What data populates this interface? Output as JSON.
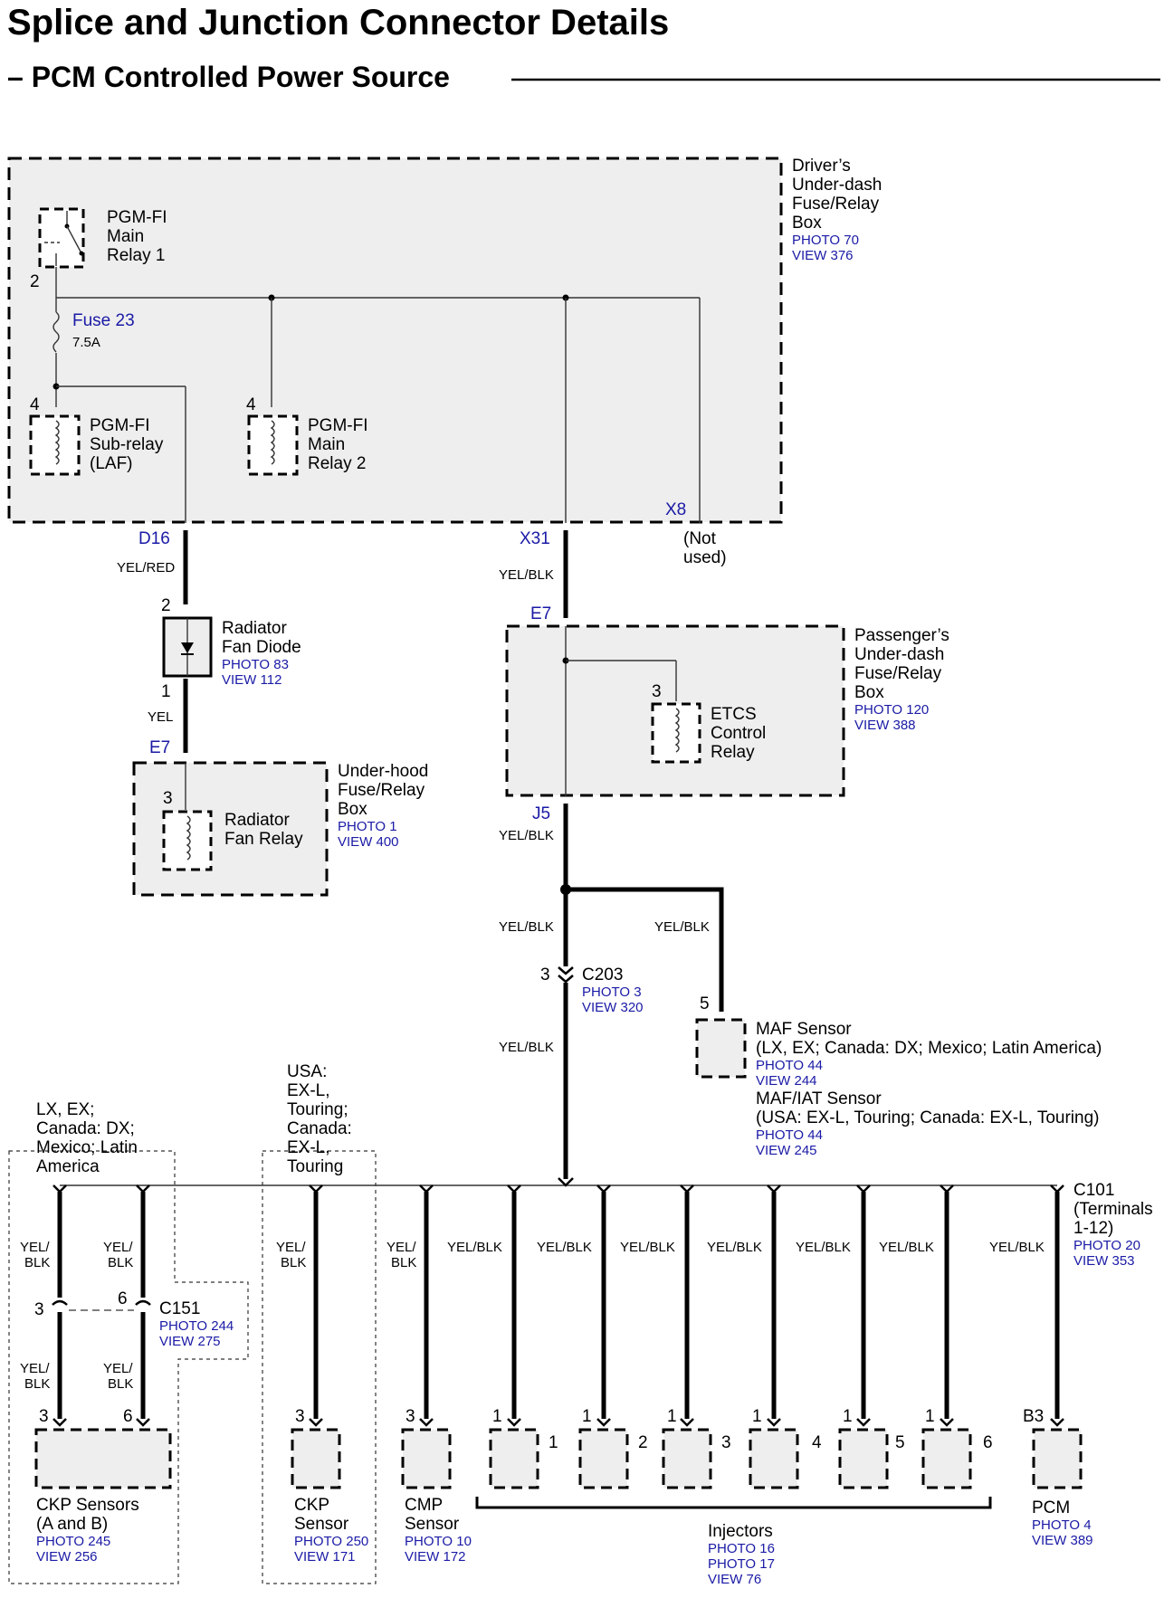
{
  "title": "Splice and Junction Connector Details",
  "subtitle": "– PCM Controlled Power Source",
  "drivers_box": {
    "l1": "Driver’s",
    "l2": "Under-dash",
    "l3": "Fuse/Relay",
    "l4": "Box",
    "photo": "PHOTO 70",
    "view": "VIEW 376"
  },
  "main_relay1": {
    "l1": "PGM-FI",
    "l2": "Main",
    "l3": "Relay 1",
    "pin": "2"
  },
  "fuse": {
    "name": "Fuse 23",
    "rating": "7.5A"
  },
  "sub_relay": {
    "l1": "PGM-FI",
    "l2": "Sub-relay",
    "l3": "(LAF)",
    "pin": "4"
  },
  "main_relay2": {
    "l1": "PGM-FI",
    "l2": "Main",
    "l3": "Relay 2",
    "pin": "4"
  },
  "conn": {
    "d16": "D16",
    "x31": "X31",
    "x8": "X8",
    "e7a": "E7",
    "e7b": "E7",
    "j5": "J5"
  },
  "not_used": {
    "l1": "(Not",
    "l2": "used)"
  },
  "wires": {
    "yel_red": "YEL/RED",
    "yel": "YEL",
    "yel_blk": "YEL/BLK",
    "yel_": "YEL/",
    "blk": "BLK"
  },
  "rad_diode": {
    "l1": "Radiator",
    "l2": "Fan Diode",
    "photo": "PHOTO 83",
    "view": "VIEW 112",
    "pin_top": "2",
    "pin_bot": "1"
  },
  "underhood": {
    "l1": "Under-hood",
    "l2": "Fuse/Relay",
    "l3": "Box",
    "photo": "PHOTO 1",
    "view": "VIEW 400"
  },
  "rad_relay": {
    "l1": "Radiator",
    "l2": "Fan Relay",
    "pin": "3"
  },
  "passenger_box": {
    "l1": "Passenger’s",
    "l2": "Under-dash",
    "l3": "Fuse/Relay",
    "l4": "Box",
    "photo": "PHOTO 120",
    "view": "VIEW 388"
  },
  "etcs": {
    "l1": "ETCS",
    "l2": "Control",
    "l3": "Relay",
    "pin": "3"
  },
  "c203": {
    "name": "C203",
    "photo": "PHOTO 3",
    "view": "VIEW 320",
    "pin": "3"
  },
  "maf": {
    "pin": "5",
    "l1": "MAF Sensor",
    "l2": "(LX, EX; Canada: DX; Mexico; Latin America)",
    "photo1": "PHOTO 44",
    "view1": "VIEW 244",
    "l3": "MAF/IAT Sensor",
    "l4": "(USA: EX-L, Touring; Canada: EX-L, Touring)",
    "photo2": "PHOTO 44",
    "view2": "VIEW 245"
  },
  "variant_a": {
    "l1": "LX, EX;",
    "l2": "Canada: DX;",
    "l3": "Mexico; Latin",
    "l4": "America"
  },
  "variant_b": {
    "l1": "USA:",
    "l2": "EX-L,",
    "l3": "Touring;",
    "l4": "Canada:",
    "l5": "EX-L,",
    "l6": "Touring"
  },
  "c101": {
    "l1": "C101",
    "l2": "(Terminals",
    "l3": "1-12)",
    "photo": "PHOTO 20",
    "view": "VIEW 353"
  },
  "c151": {
    "name": "C151",
    "photo": "PHOTO 244",
    "view": "VIEW 275",
    "pin_a": "3",
    "pin_b": "6"
  },
  "ckp_sensors": {
    "l1": "CKP Sensors",
    "l2": "(A and B)",
    "photo": "PHOTO 245",
    "view": "VIEW 256",
    "pin_a": "3",
    "pin_b": "6"
  },
  "ckp_sensor": {
    "l1": "CKP",
    "l2": "Sensor",
    "photo": "PHOTO 250",
    "view": "VIEW 171",
    "pin": "3"
  },
  "cmp_sensor": {
    "l1": "CMP",
    "l2": "Sensor",
    "photo": "PHOTO 10",
    "view": "VIEW 172",
    "pin": "3"
  },
  "injectors": {
    "label": "Injectors",
    "photo1": "PHOTO 16",
    "photo2": "PHOTO 17",
    "view": "VIEW 76",
    "pin": "1",
    "nums": [
      "1",
      "2",
      "3",
      "4",
      "5",
      "6"
    ]
  },
  "pcm": {
    "label": "PCM",
    "photo": "PHOTO 4",
    "view": "VIEW 389",
    "pin": "B3"
  }
}
